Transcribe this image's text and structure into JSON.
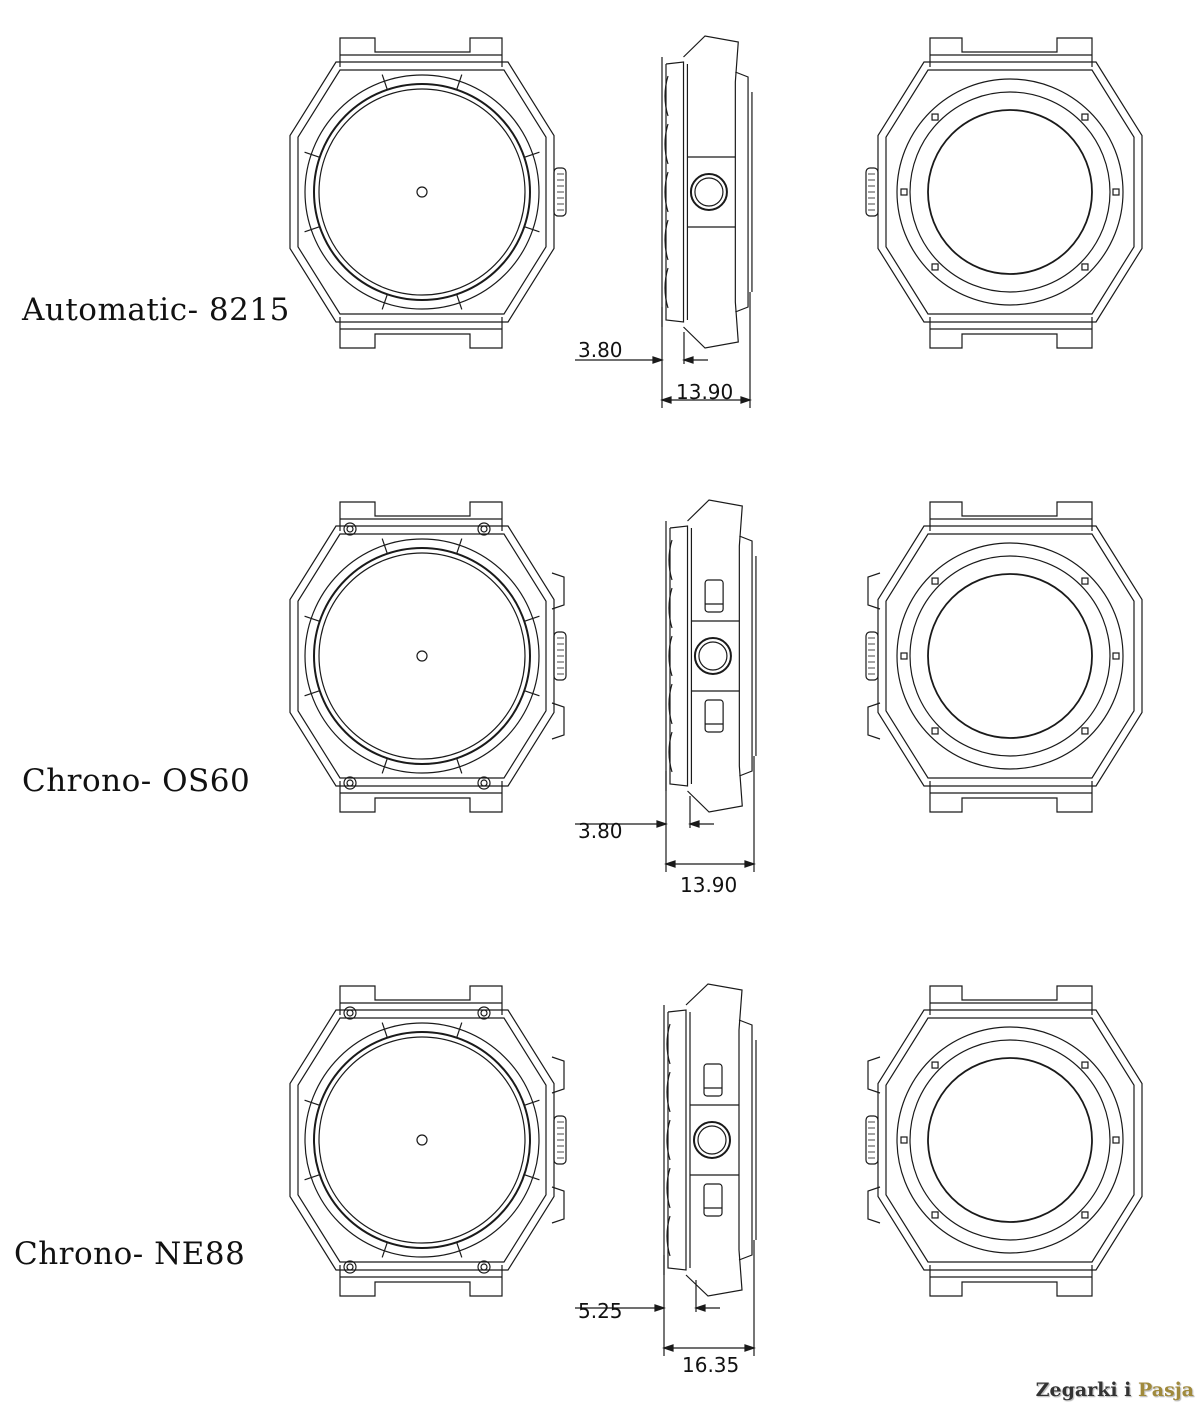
{
  "models": [
    {
      "label": "Automatic- 8215",
      "type": "automatic",
      "dim_small": "3.80",
      "dim_total": "13.90"
    },
    {
      "label": "Chrono- OS60",
      "type": "chrono",
      "dim_small": "3.80",
      "dim_total": "13.90"
    },
    {
      "label": "Chrono- NE88",
      "type": "chrono",
      "dim_small": "5.25",
      "dim_total": "16.35"
    }
  ],
  "watermark": {
    "part1": "Zegarki i ",
    "part2": "Pasja"
  },
  "colors": {
    "line": "#1a1a1a",
    "background": "#ffffff"
  }
}
